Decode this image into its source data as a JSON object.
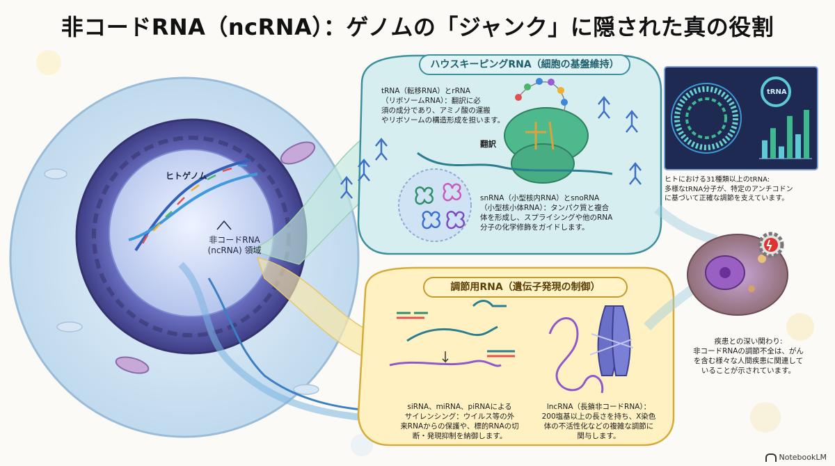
{
  "title": "非コードRNA（ncRNA）：ゲノムの「ジャンク」に隠された真の役割",
  "cell": {
    "genome_label": "ヒトゲノム",
    "ncrna_region_label": "非コードRNA\n(ncRNA) 領域"
  },
  "housekeeping": {
    "heading": "ハウスキーピングRNA（細胞の基盤維持）",
    "trna_rrna_text": "tRNA（転移RNA）とrRNA\n（リボソームRNA）：翻訳に必\n須の成分であり、アミノ酸の運搬\nやリボソームの構造形成を担います。",
    "translation_label": "翻訳",
    "snrna_text": "snRNA（小型核内RNA）とsnoRNA\n（小型核小体RNA）：タンパク質と複合\n体を形成し、スプライシングや他のRNA\n分子の化学修飾をガイドします。"
  },
  "trna_panel": {
    "badge": "tRNA",
    "caption": "ヒトにおける31種類以上のtRNA:\n多様なtRNA分子が、特定のアンチコドン\nに基づいて正確な調節を支えています。"
  },
  "regulatory": {
    "heading": "調節用RNA（遺伝子発現の制御）",
    "sirna_text": "siRNA、miRNA、piRNAによる\nサイレンシング：ウイルス等の外\n来RNAからの保護や、標的RNAの切\n断・発現抑制を納御します。",
    "lncrna_text": "lncRNA（長鎖非コードRNA）：\n200塩基以上の長さを持ち、X染色\n体の不活性化などの複雑な調節に\n関与します。"
  },
  "disease": {
    "caption": "疾患との深い関わり:\n非コードRNAの調節不全は、がん\nを含む様々な人間疾患に関連して\nいることが示されています。"
  },
  "footer": {
    "logo": "NotebookLM"
  },
  "colors": {
    "housekeeping_bg": "#d6eef0",
    "housekeeping_border": "#3c8f9d",
    "regulatory_bg": "#fff1c2",
    "regulatory_border": "#d5ab3a",
    "nucleus": "#4b4a9a",
    "cell": "#cfe3f2"
  },
  "icons": [
    "dna-helix",
    "trna-cloverleaf",
    "ribosome",
    "chromosome",
    "gear-warning",
    "bar-chart",
    "ring-chart"
  ],
  "chart_data": {
    "type": "bar",
    "values": [
      3,
      5,
      2,
      7,
      4,
      8
    ]
  }
}
